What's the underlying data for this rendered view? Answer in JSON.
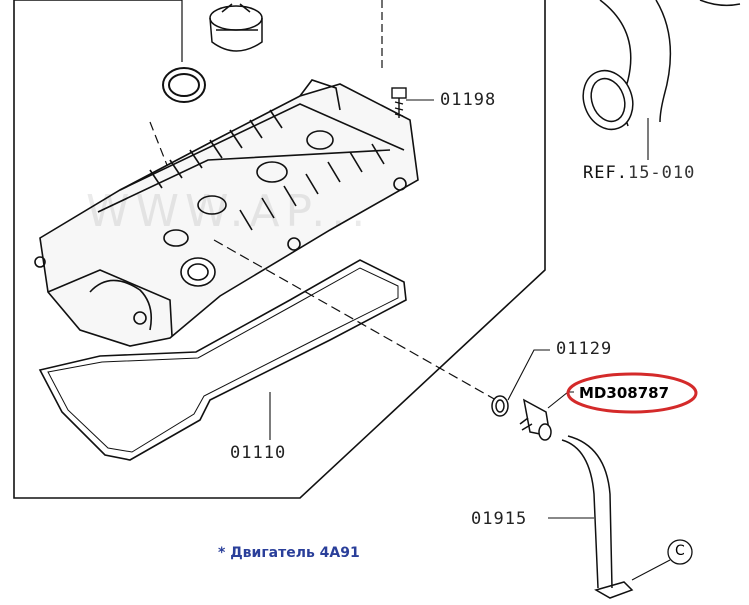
{
  "labels": {
    "p01198": "01198",
    "ref_prefix": "REF.",
    "ref_num": "15-010",
    "p01129": "01129",
    "highlight_part": "MD308787",
    "p01110": "01110",
    "p01915": "01915",
    "callout": "C"
  },
  "engine_note": "* Двигатель 4A91",
  "watermark": "WWW.AP...",
  "colors": {
    "highlight_ring": "#d42a2a",
    "note_text": "#2a3f9a",
    "line": "#111111"
  }
}
